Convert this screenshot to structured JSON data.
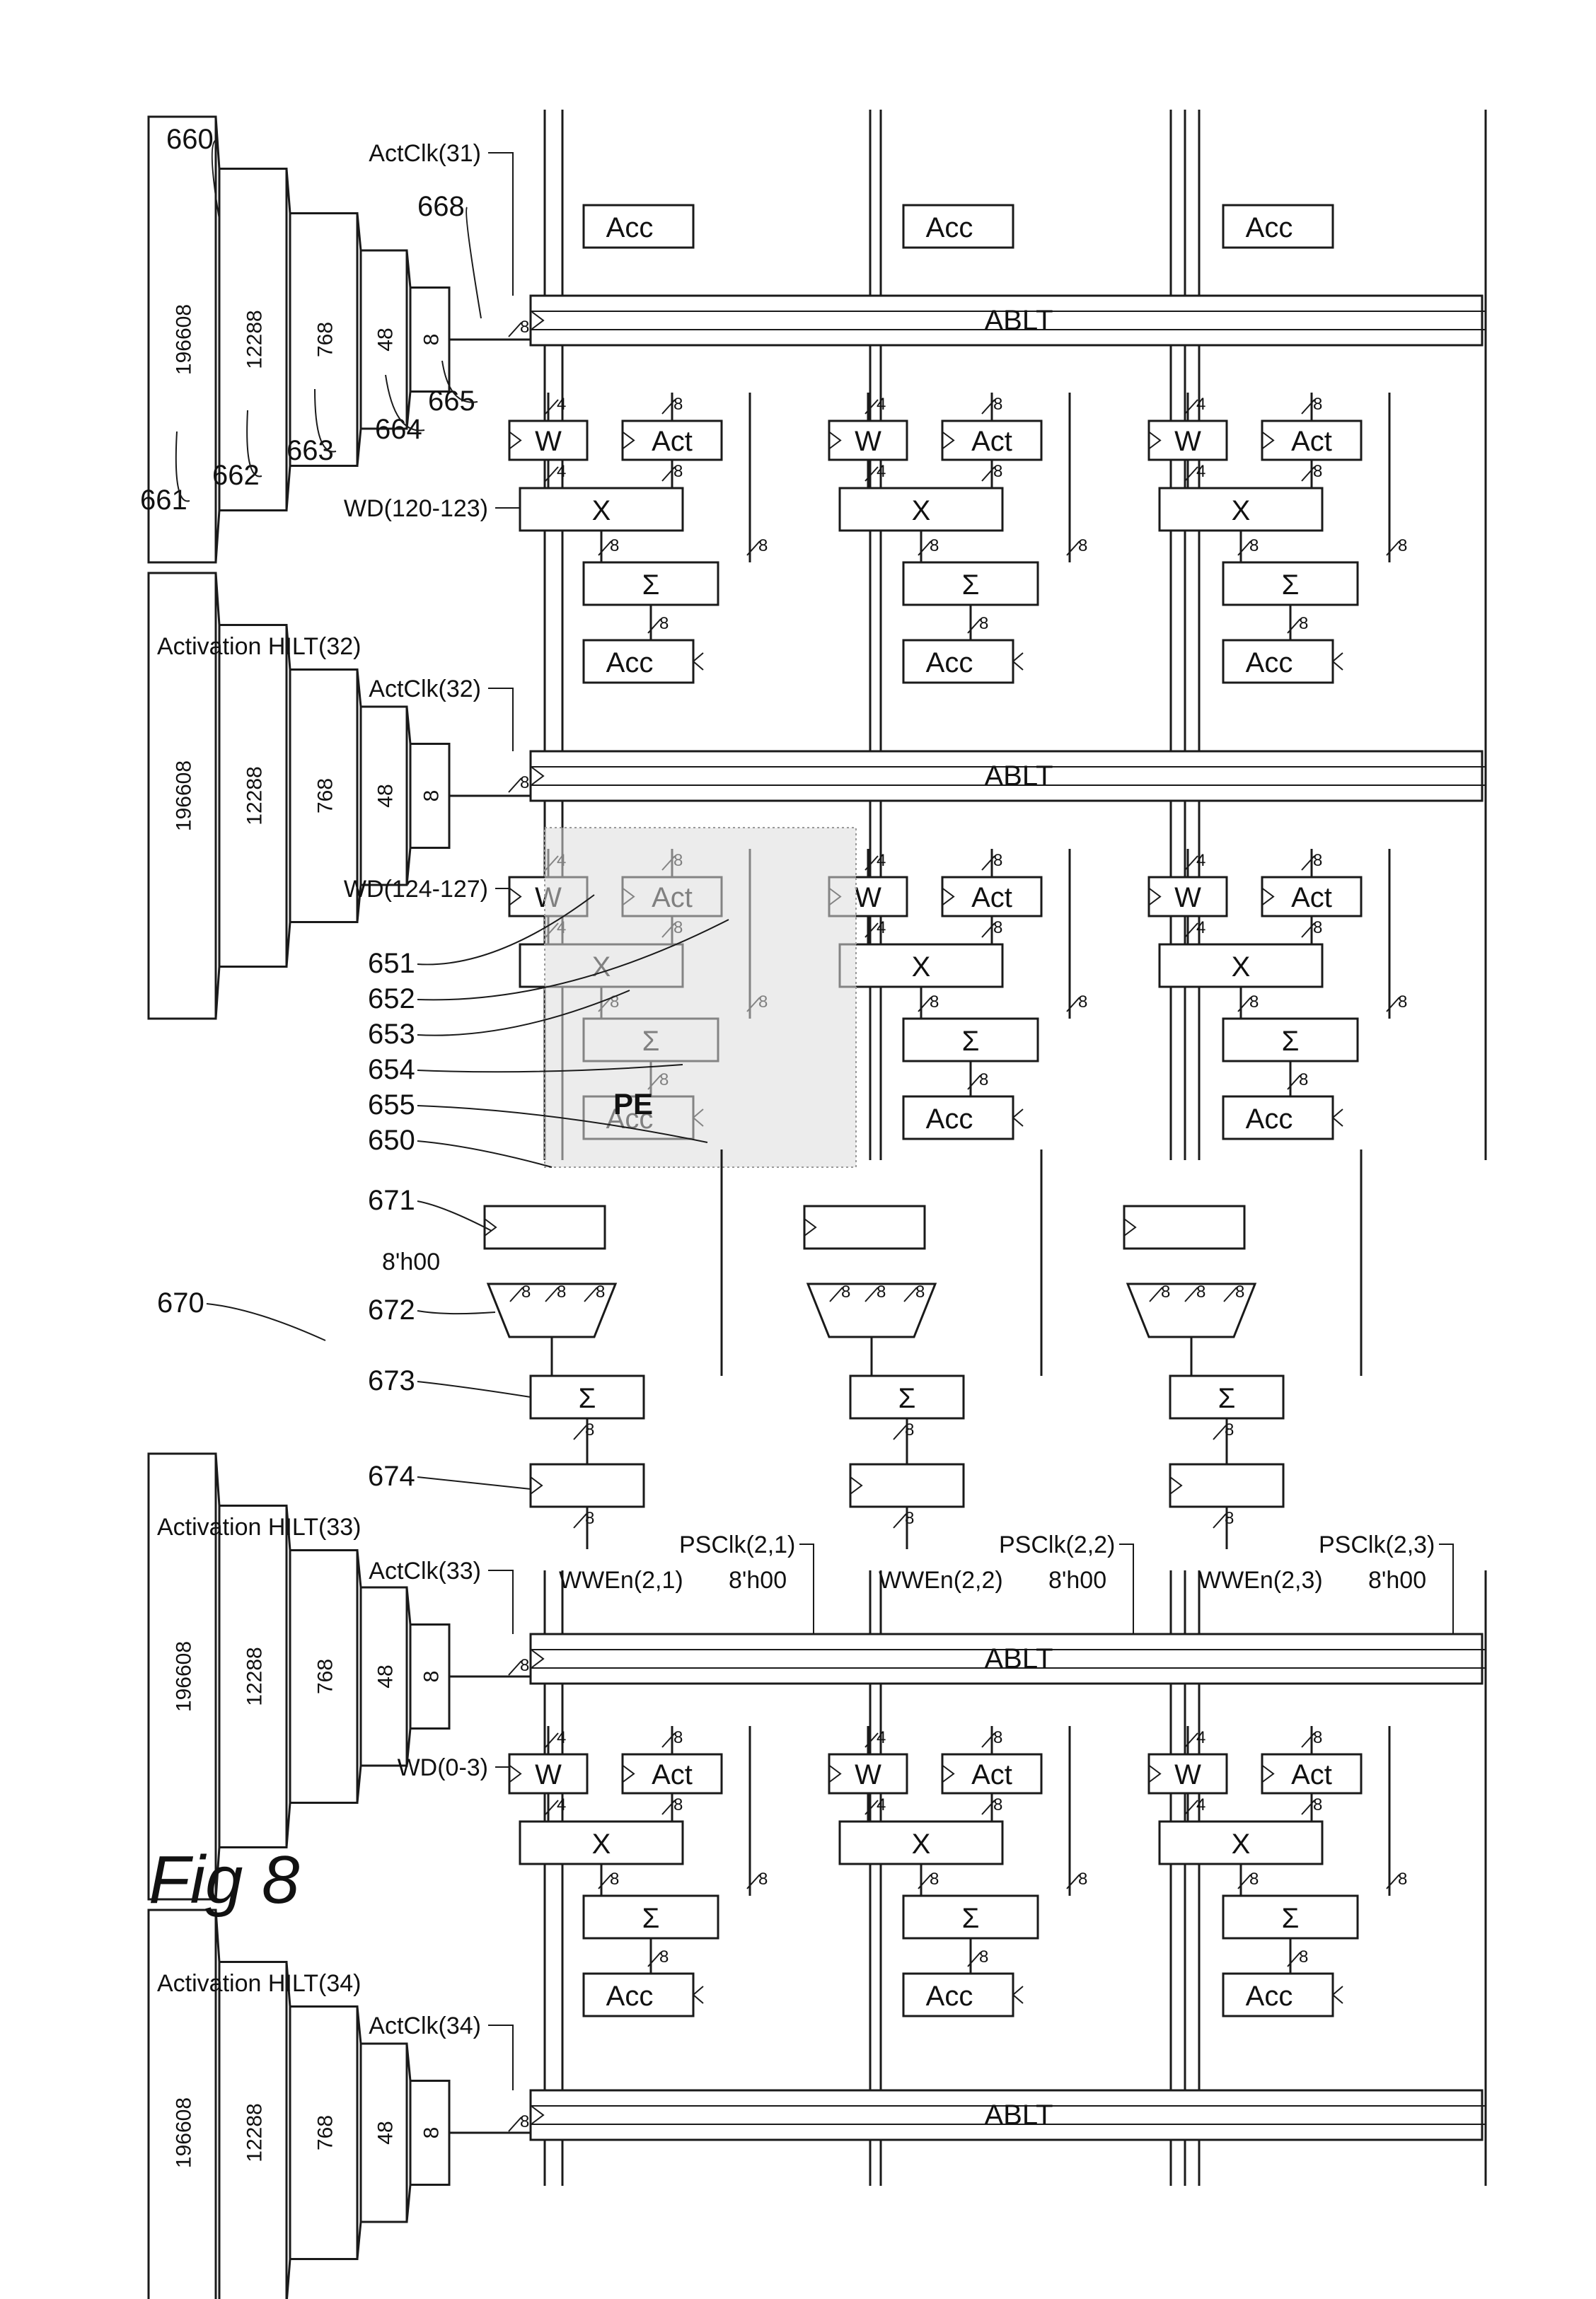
{
  "figure": {
    "caption": "Fig 8",
    "stack_values": [
      "196608",
      "12288",
      "768",
      "48",
      "8"
    ],
    "stack_heights": [
      15,
      11.5,
      8.5,
      6,
      3.5
    ],
    "hilt_groups": [
      {
        "clk": "ActClk(31)",
        "wd": "WD(120-123)",
        "title": ""
      },
      {
        "clk": "ActClk(32)",
        "wd": "WD(124-127)",
        "title": "Activation HILT(32)"
      },
      {
        "clk": "ActClk(33)",
        "wd": "WD(0-3)",
        "title": "Activation HILT(33)"
      },
      {
        "clk": "ActClk(34)",
        "wd": "",
        "title": "Activation HILT(34)"
      }
    ],
    "pe_labels": {
      "weight": "W",
      "activation": "Act",
      "multiply": "X",
      "sum": "Σ",
      "accumulator": "Acc",
      "ablt": "ABLT",
      "pe": "PE"
    },
    "bus_widths": {
      "w": "4",
      "act": "8",
      "sum": "8",
      "acc": "8",
      "ablt": "8"
    },
    "column_signals": [
      {
        "psclk": "PSClk(2,1)",
        "wwen": "WWEn(2,1)",
        "const": "8'h00"
      },
      {
        "psclk": "PSClk(2,2)",
        "wwen": "WWEn(2,2)",
        "const": "8'h00"
      },
      {
        "psclk": "PSClk(2,3)",
        "wwen": "WWEn(2,3)",
        "const": "8'h00"
      }
    ],
    "mux_const": "8'h00",
    "refs": {
      "hilt": "660",
      "hilt_s1": "661",
      "hilt_s2": "662",
      "hilt_s3": "663",
      "hilt_s4": "664",
      "hilt_s5": "665",
      "hilt_out": "668",
      "pe_w": "651",
      "pe_act": "652",
      "pe_x": "653",
      "pe_sum": "654",
      "pe_acc": "655",
      "pe": "650",
      "reduce": "670",
      "reg_a": "671",
      "mux": "672",
      "adder": "673",
      "reg_b": "674"
    }
  }
}
